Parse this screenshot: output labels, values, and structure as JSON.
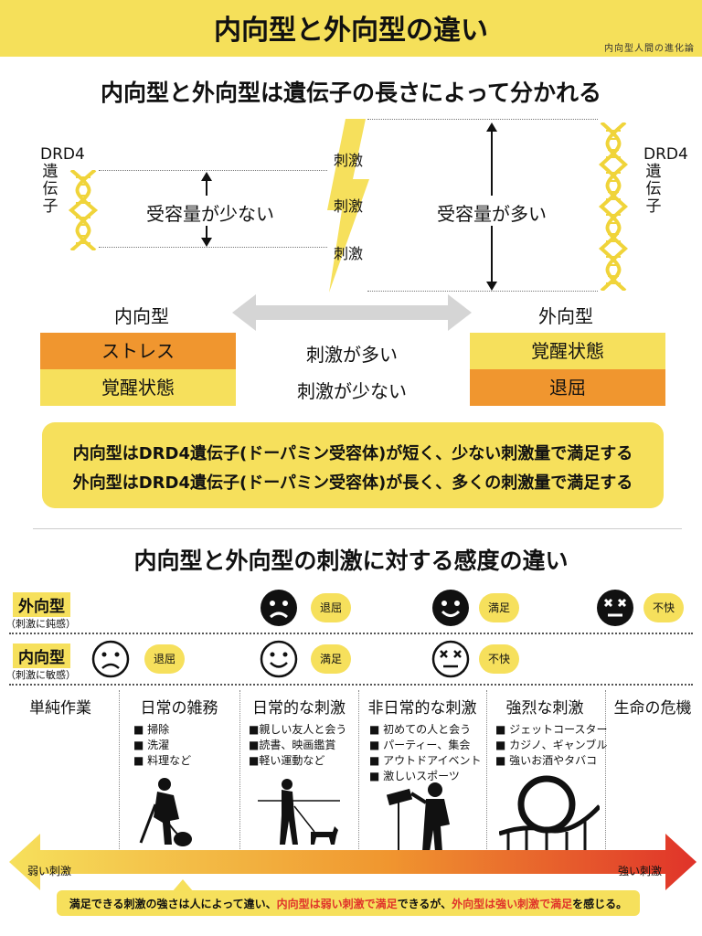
{
  "header": {
    "title": "内向型と外向型の違い",
    "brand": "内向型人間の進化論"
  },
  "section1": {
    "title": "内向型と外向型は遺伝子の長さによって分かれる",
    "gene_label": "DRD4遺伝子",
    "introvert_amount": "受容量が少ない",
    "extrovert_amount": "受容量が多い",
    "stimulus": "刺激",
    "introvert": "内向型",
    "extrovert": "外向型",
    "row_many": "刺激が多い",
    "row_few": "刺激が少ない",
    "intro_many": "ストレス",
    "intro_few": "覚醒状態",
    "extro_many": "覚醒状態",
    "extro_few": "退屈",
    "summary1": "内向型はDRD4遺伝子(ドーパミン受容体)が短く、少ない刺激量で満足する",
    "summary2": "外向型はDRD4遺伝子(ドーパミン受容体)が長く、多くの刺激量で満足する"
  },
  "section2": {
    "title": "内向型と外向型の刺激に対する感度の違い",
    "extrovert_label": "外向型",
    "extrovert_sub": "（刺激に鈍感）",
    "introvert_label": "内向型",
    "introvert_sub": "（刺激に敏感）",
    "faces": {
      "bored": "退屈",
      "satisfied": "満足",
      "discomfort": "不快"
    },
    "columns": [
      {
        "title": "単純作業",
        "items": []
      },
      {
        "title": "日常の雑務",
        "items": [
          "掃除",
          "洗濯",
          "料理など"
        ]
      },
      {
        "title": "日常的な刺激",
        "items": [
          "親しい友人と会う",
          "読書、映画鑑賞",
          "軽い運動など"
        ]
      },
      {
        "title": "非日常的な刺激",
        "items": [
          "初めての人と会う",
          "パーティー、集会",
          "アウトドアイベント",
          "激しいスポーツ"
        ]
      },
      {
        "title": "強烈な刺激",
        "items": [
          "ジェットコースター",
          "カジノ、ギャンブル",
          "強いお酒やタバコ"
        ]
      },
      {
        "title": "生命の危機",
        "items": []
      }
    ],
    "weak": "弱い刺激",
    "strong": "強い刺激",
    "bottom_a": "満足できる刺激の強さは人によって違い、",
    "bottom_b": "内向型は弱い刺激で満足",
    "bottom_c": "できるが、",
    "bottom_d": "外向型は強い刺激で満足",
    "bottom_e": "を感じる。"
  },
  "colors": {
    "yellow": "#f6e05c",
    "orange": "#f0962f",
    "red": "#e0332a"
  }
}
